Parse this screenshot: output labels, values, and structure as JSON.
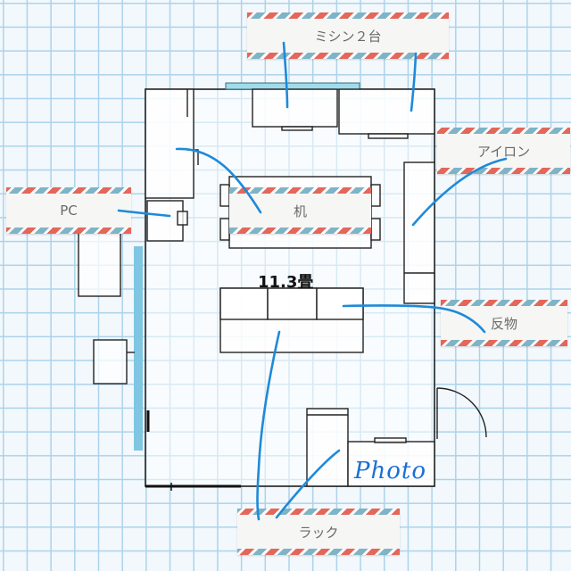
{
  "room_size": "11.3畳",
  "labels": {
    "sewing_machines": "ミシン２台",
    "iron": "アイロン",
    "pc": "PC",
    "desk": "机",
    "fabric": "反物",
    "rack": "ラック"
  },
  "handwritten_note": "Photo",
  "colors": {
    "pointer_line": "#1f8ad8",
    "window": "#7fc6e2",
    "wall": "#1e1e1e",
    "tape_red": "#e3675a",
    "tape_blue": "#7fb4c6",
    "grid": "#acd3ea"
  }
}
